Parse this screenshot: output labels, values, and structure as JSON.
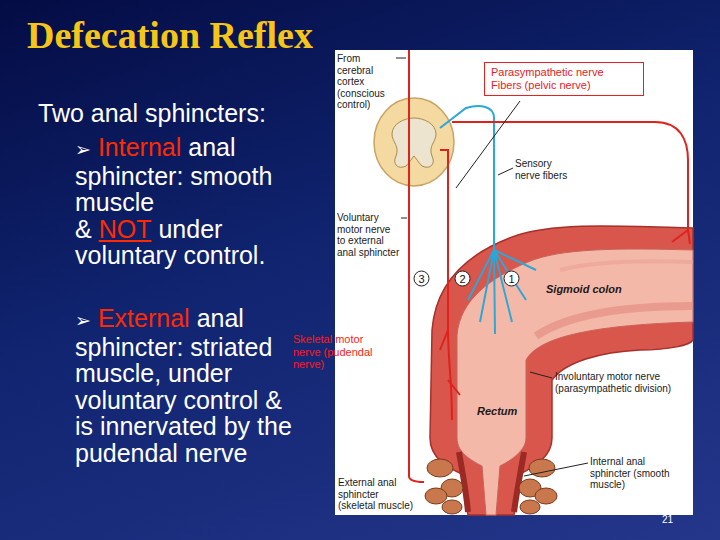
{
  "diagram": {
    "title": "Defecation Reflex",
    "nodes": [
      {
        "text": [
          "Parasympathetic nerve Fibers (pelvic nerve)"
        ]
      },
      {
        "text": [
          "3"
        ]
      },
      {
        "text": [
          "2"
        ]
      },
      {
        "text": [
          "1"
        ]
      }
    ],
    "labels": [
      "Two anal sphincters:",
      "➢",
      "Internal",
      "anal sphincter: smooth muscle &",
      "NOT",
      "under voluntary control.",
      "➢",
      "External",
      "anal sphincter: striated muscle, under voluntary control & is innervated by the pudendal nerve",
      "From cerebral cortex (conscious control)",
      "Sensory nerve fibers",
      "Voluntary motor nerve to external anal sphincter",
      "Sigmoid colon",
      "Skeletal motor nerve (pudendal nerve)",
      "Involuntary motor nerve (parasympathetic division)",
      "Rectum",
      "Internal anal sphincter (smooth muscle)",
      "External anal sphincter (skeletal muscle)",
      "21"
    ]
  }
}
